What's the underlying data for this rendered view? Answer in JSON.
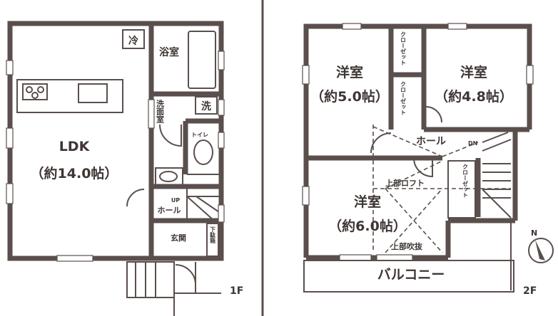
{
  "floor1": {
    "fridge": "冷",
    "bath": "浴室",
    "washroom": "洗面室",
    "washer": "洗",
    "toilet": "トイレ",
    "ldk": "LDK",
    "ldk_size": "（約14.0帖）",
    "up": "UP",
    "hall": "ホール",
    "entrance": "玄関",
    "shoe_box": "下駄箱",
    "floor_label": "1F"
  },
  "floor2": {
    "closet1": "クローゼット",
    "closet2": "クローゼット",
    "closet3": "クローゼット",
    "room1": "洋室",
    "room1_size": "（約5.0帖）",
    "room2": "洋室",
    "room2_size": "（約4.8帖）",
    "hall": "ホール",
    "dn": "DN",
    "loft": "上部ロフト",
    "room3": "洋室",
    "room3_size": "（約6.0帖）",
    "void": "上部吹抜",
    "balcony": "バルコニー",
    "floor_label": "2F",
    "north": "N"
  }
}
